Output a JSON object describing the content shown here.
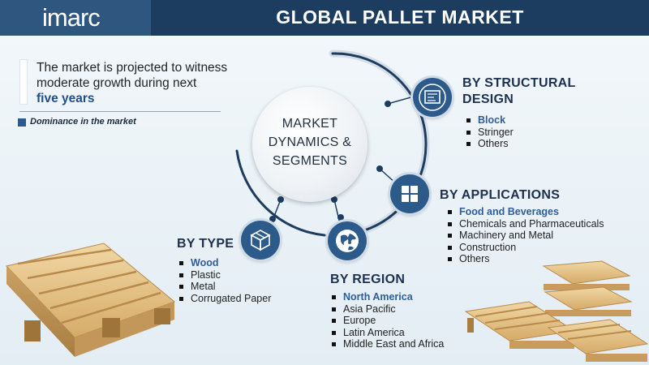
{
  "header": {
    "logo": "imarc",
    "title": "GLOBAL PALLET MARKET"
  },
  "intro": {
    "line1": "The market is projected to witness",
    "line2": "moderate  growth during next",
    "line3": "five years",
    "dominance_label": "Dominance in the market"
  },
  "center": {
    "line1": "MARKET",
    "line2": "DYNAMICS &",
    "line3": "SEGMENTS"
  },
  "segments": {
    "structural": {
      "title1": "BY  STRUCTURAL",
      "title2": "DESIGN",
      "items": [
        "Block",
        "Stringer",
        "Others"
      ]
    },
    "applications": {
      "title": "BY APPLICATIONS",
      "items": [
        "Food and Beverages",
        "Chemicals and Pharmaceuticals",
        "Machinery and Metal",
        "Construction",
        "Others"
      ]
    },
    "region": {
      "title": "BY  REGION",
      "items": [
        "North America",
        "Asia Pacific",
        "Europe",
        "Latin America",
        "Middle East and Africa"
      ]
    },
    "type": {
      "title": "BY  TYPE",
      "items": [
        "Wood",
        "Plastic",
        "Metal",
        "Corrugated Paper"
      ]
    }
  },
  "icons": {
    "structural": "blueprint-icon",
    "applications": "grid-icon",
    "region": "globe-icon",
    "type": "box-icon"
  },
  "colors": {
    "header": "#1d3d60",
    "accent": "#2b5a8b",
    "highlight": "#2e5e99"
  }
}
